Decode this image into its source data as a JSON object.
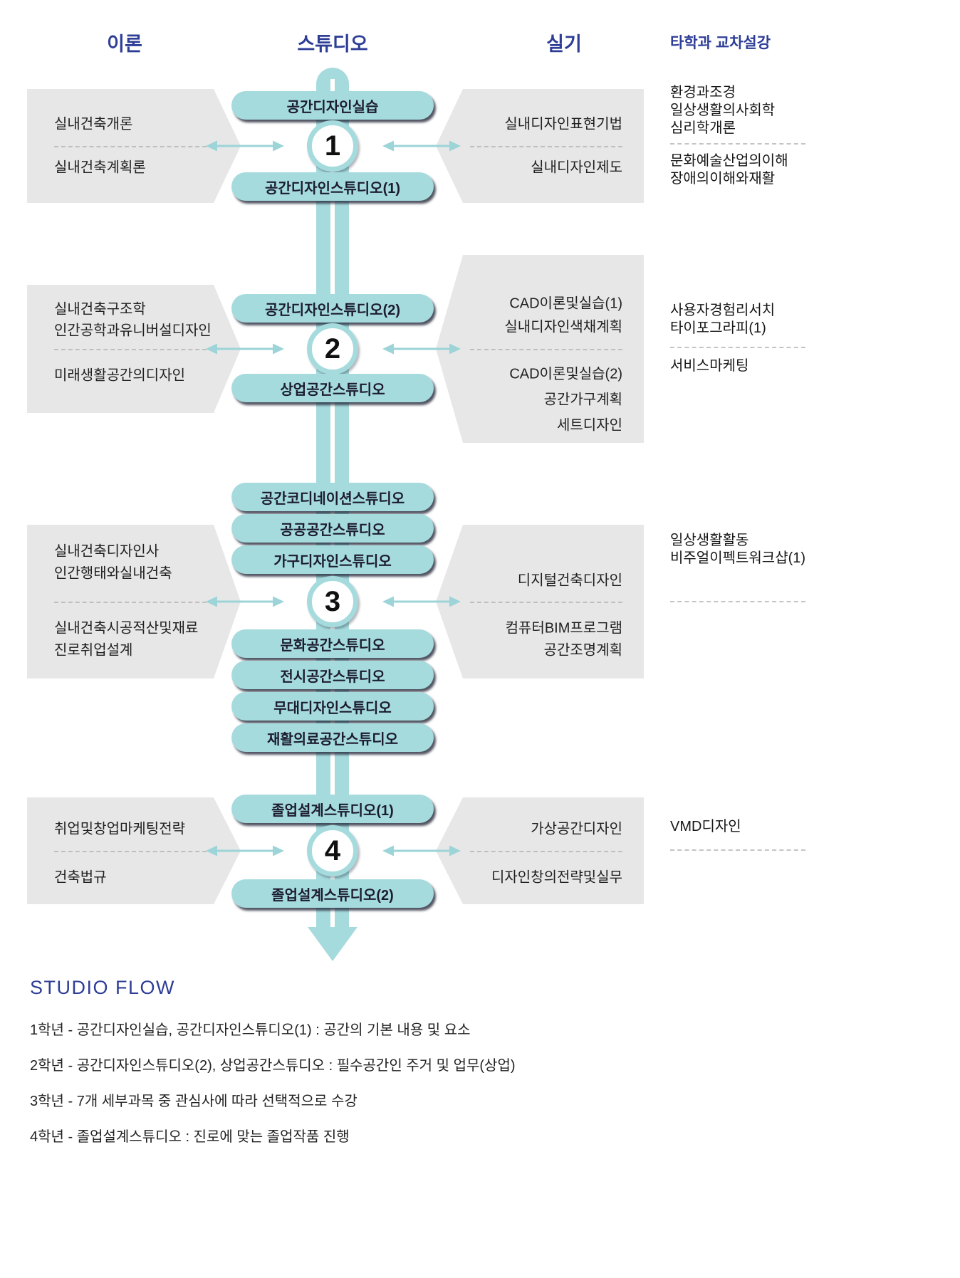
{
  "header": {
    "theory": "이론",
    "studio": "스튜디오",
    "practice": "실기",
    "cross": "타학과 교차설강"
  },
  "flow": {
    "years": [
      {
        "number": "1",
        "studios_above": [
          "공간디자인실습"
        ],
        "studios_below": [
          "공간디자인스튜디오(1)"
        ],
        "theory": {
          "top": [
            "실내건축개론"
          ],
          "bottom": [
            "실내건축계획론"
          ]
        },
        "practice": {
          "top": [
            "실내디자인표현기법"
          ],
          "bottom": [
            "실내디자인제도"
          ]
        },
        "cross": {
          "top": [
            "환경과조경",
            "일상생활의사회학",
            "심리학개론"
          ],
          "bottom": [
            "문화예술산업의이해",
            "장애의이해와재활"
          ]
        }
      },
      {
        "number": "2",
        "studios_above": [
          "공간디자인스튜디오(2)"
        ],
        "studios_below": [
          "상업공간스튜디오"
        ],
        "theory": {
          "top": [
            "실내건축구조학",
            "인간공학과유니버설디자인"
          ],
          "bottom": [
            "미래생활공간의디자인"
          ]
        },
        "practice": {
          "top": [
            "CAD이론및실습(1)",
            "실내디자인색채계획"
          ],
          "bottom": [
            "CAD이론및실습(2)",
            "공간가구계획",
            "세트디자인"
          ]
        },
        "cross": {
          "top": [
            "사용자경험리서치",
            "타이포그라피(1)"
          ],
          "bottom": [
            "서비스마케팅"
          ]
        }
      },
      {
        "number": "3",
        "studios_above": [
          "공간코디네이션스튜디오",
          "공공공간스튜디오",
          "가구디자인스튜디오"
        ],
        "studios_below": [
          "문화공간스튜디오",
          "전시공간스튜디오",
          "무대디자인스튜디오",
          "재활의료공간스튜디오"
        ],
        "theory": {
          "top": [
            "실내건축디자인사",
            "인간행태와실내건축"
          ],
          "bottom": [
            "실내건축시공적산및재료",
            "진로취업설계"
          ]
        },
        "practice": {
          "top": [
            "디지털건축디자인"
          ],
          "bottom": [
            "컴퓨터BIM프로그램",
            "공간조명계획"
          ]
        },
        "cross": {
          "top": [
            "일상생활활동",
            "비주얼이펙트워크샵(1)"
          ],
          "bottom": []
        }
      },
      {
        "number": "4",
        "studios_above": [
          "졸업설계스튜디오(1)"
        ],
        "studios_below": [
          "졸업설계스튜디오(2)"
        ],
        "theory": {
          "top": [
            "취업및창업마케팅전략"
          ],
          "bottom": [
            "건축법규"
          ]
        },
        "practice": {
          "top": [
            "가상공간디자인"
          ],
          "bottom": [
            "디자인창의전략및실무"
          ]
        },
        "cross": {
          "top": [
            "VMD디자인"
          ],
          "bottom": []
        }
      }
    ]
  },
  "footer": {
    "title": "STUDIO FLOW",
    "lines": [
      "1학년 - 공간디자인실습, 공간디자인스튜디오(1) : 공간의 기본 내용 및 요소",
      "2학년 - 공간디자인스튜디오(2), 상업공간스튜디오 : 필수공간인 주거 및 업무(상업)",
      "3학년 - 7개 세부과목 중 관심사에 따라 선택적으로 수강",
      "4학년 - 졸업설계스튜디오 : 진로에 맞는 졸업작품 진행"
    ]
  },
  "colors": {
    "teal": "#a6dbde",
    "navy_heading": "#2e3e96",
    "box_gray": "#e7e7e8",
    "shadow": "#20243a"
  }
}
